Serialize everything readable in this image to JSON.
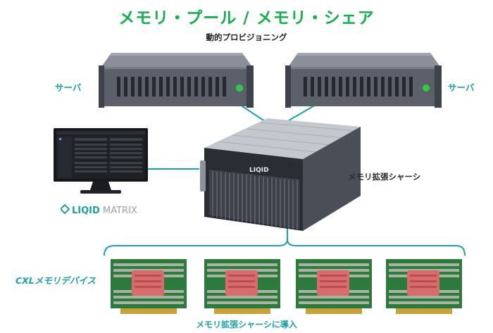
{
  "title": "メモリ・プール / メモリ・シェア",
  "subtitle": "動的プロビジョニング",
  "labels": {
    "server_left": "サーバ",
    "server_right": "サーバ",
    "chassis": "メモリ拡張シャーシ",
    "cxl_devices": "CXLメモリデバイス",
    "bottom_caption": "メモリ拡張シャーシに導入"
  },
  "logo": {
    "word1": "LIQID",
    "word2": "MATRIX",
    "chassis_badge": "LIQID"
  },
  "colors": {
    "title": "#11b24a",
    "accent_teal": "#1aa3a6",
    "server_face": "#585d68",
    "server_top": "#777c86",
    "status_led": "#2ecc40",
    "pcb": "#2c7a3c",
    "heatsink": "#d86b6b",
    "monitor_screen": "#1e2126"
  },
  "icons": {
    "server": "rack-server-icon",
    "monitor": "monitor-icon",
    "chassis": "storage-chassis-icon",
    "cxl_card": "memory-card-icon"
  }
}
